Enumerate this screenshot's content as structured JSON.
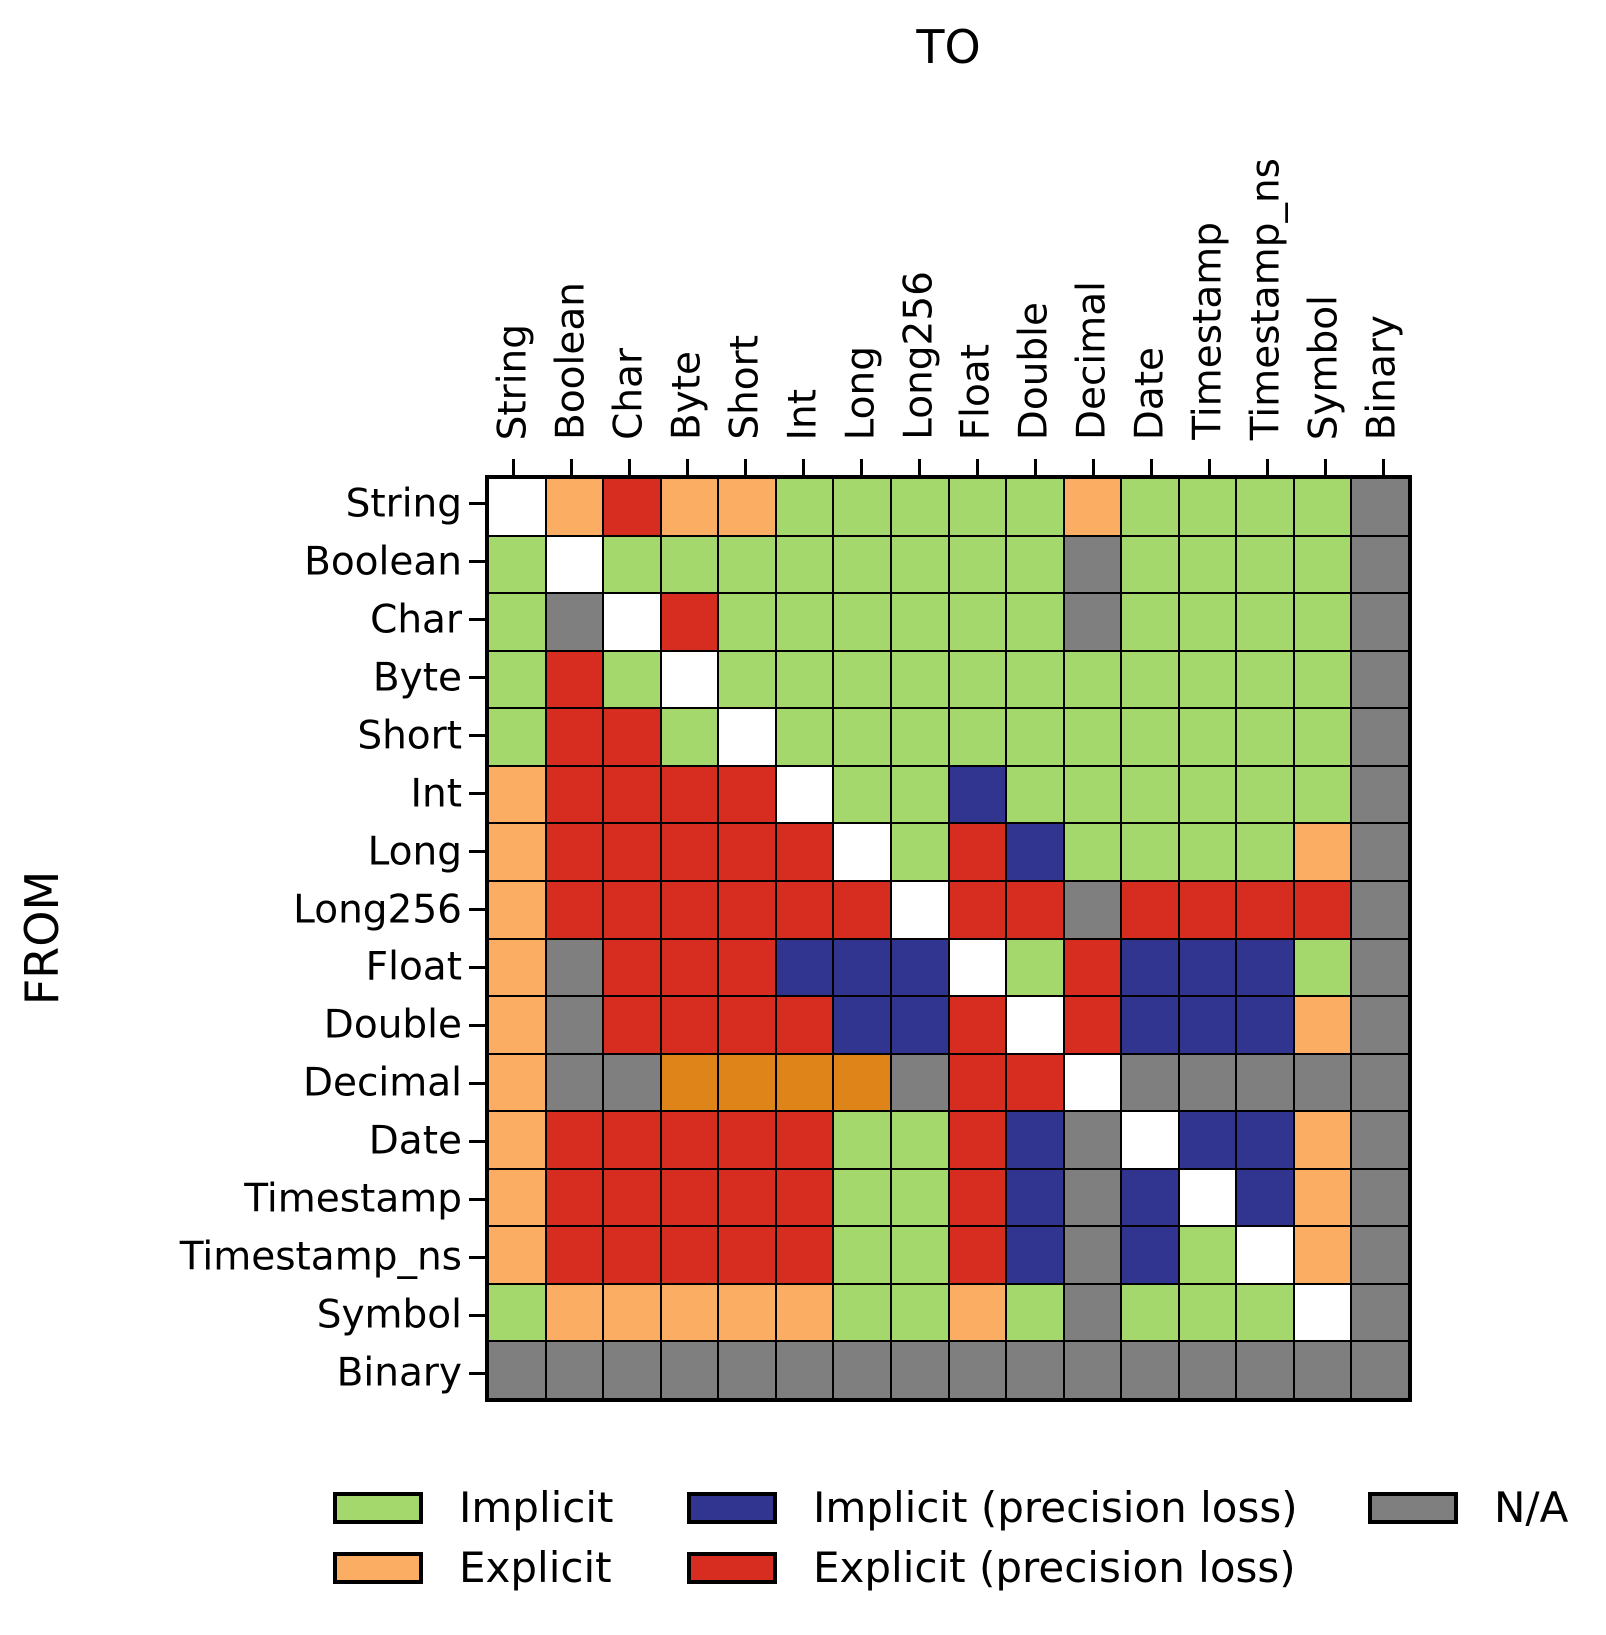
{
  "title_top": "TO",
  "title_left": "FROM",
  "types": [
    "String",
    "Boolean",
    "Char",
    "Byte",
    "Short",
    "Int",
    "Long",
    "Long256",
    "Float",
    "Double",
    "Decimal",
    "Date",
    "Timestamp",
    "Timestamp_ns",
    "Symbol",
    "Binary"
  ],
  "colors": {
    "I": "#a4d86c",
    "E": "#fbae63",
    "ED": "#de8418",
    "IP": "#31358f",
    "EP": "#d62d20",
    "NA": "#7f7f7f",
    "SELF": "#ffffff"
  },
  "matrix": [
    [
      "SELF",
      "E",
      "EP",
      "E",
      "E",
      "I",
      "I",
      "I",
      "I",
      "I",
      "E",
      "I",
      "I",
      "I",
      "I",
      "NA"
    ],
    [
      "I",
      "SELF",
      "I",
      "I",
      "I",
      "I",
      "I",
      "I",
      "I",
      "I",
      "NA",
      "I",
      "I",
      "I",
      "I",
      "NA"
    ],
    [
      "I",
      "NA",
      "SELF",
      "EP",
      "I",
      "I",
      "I",
      "I",
      "I",
      "I",
      "NA",
      "I",
      "I",
      "I",
      "I",
      "NA"
    ],
    [
      "I",
      "EP",
      "I",
      "SELF",
      "I",
      "I",
      "I",
      "I",
      "I",
      "I",
      "I",
      "I",
      "I",
      "I",
      "I",
      "NA"
    ],
    [
      "I",
      "EP",
      "EP",
      "I",
      "SELF",
      "I",
      "I",
      "I",
      "I",
      "I",
      "I",
      "I",
      "I",
      "I",
      "I",
      "NA"
    ],
    [
      "E",
      "EP",
      "EP",
      "EP",
      "EP",
      "SELF",
      "I",
      "I",
      "IP",
      "I",
      "I",
      "I",
      "I",
      "I",
      "I",
      "NA"
    ],
    [
      "E",
      "EP",
      "EP",
      "EP",
      "EP",
      "EP",
      "SELF",
      "I",
      "EP",
      "IP",
      "I",
      "I",
      "I",
      "I",
      "E",
      "NA"
    ],
    [
      "E",
      "EP",
      "EP",
      "EP",
      "EP",
      "EP",
      "EP",
      "SELF",
      "EP",
      "EP",
      "NA",
      "EP",
      "EP",
      "EP",
      "EP",
      "NA"
    ],
    [
      "E",
      "NA",
      "EP",
      "EP",
      "EP",
      "IP",
      "IP",
      "IP",
      "SELF",
      "I",
      "EP",
      "IP",
      "IP",
      "IP",
      "I",
      "NA"
    ],
    [
      "E",
      "NA",
      "EP",
      "EP",
      "EP",
      "EP",
      "IP",
      "IP",
      "EP",
      "SELF",
      "EP",
      "IP",
      "IP",
      "IP",
      "E",
      "NA"
    ],
    [
      "E",
      "NA",
      "NA",
      "ED",
      "ED",
      "ED",
      "ED",
      "NA",
      "EP",
      "EP",
      "SELF",
      "NA",
      "NA",
      "NA",
      "NA",
      "NA"
    ],
    [
      "E",
      "EP",
      "EP",
      "EP",
      "EP",
      "EP",
      "I",
      "I",
      "EP",
      "IP",
      "NA",
      "SELF",
      "IP",
      "IP",
      "E",
      "NA"
    ],
    [
      "E",
      "EP",
      "EP",
      "EP",
      "EP",
      "EP",
      "I",
      "I",
      "EP",
      "IP",
      "NA",
      "IP",
      "SELF",
      "IP",
      "E",
      "NA"
    ],
    [
      "E",
      "EP",
      "EP",
      "EP",
      "EP",
      "EP",
      "I",
      "I",
      "EP",
      "IP",
      "NA",
      "IP",
      "I",
      "SELF",
      "E",
      "NA"
    ],
    [
      "I",
      "E",
      "E",
      "E",
      "E",
      "E",
      "I",
      "I",
      "E",
      "I",
      "NA",
      "I",
      "I",
      "I",
      "SELF",
      "NA"
    ],
    [
      "NA",
      "NA",
      "NA",
      "NA",
      "NA",
      "NA",
      "NA",
      "NA",
      "NA",
      "NA",
      "NA",
      "NA",
      "NA",
      "NA",
      "NA",
      "NA"
    ]
  ],
  "legend": [
    {
      "code": "I",
      "label": "Implicit"
    },
    {
      "code": "E",
      "label": "Explicit"
    },
    {
      "code": "IP",
      "label": "Implicit (precision loss)"
    },
    {
      "code": "EP",
      "label": "Explicit (precision loss)"
    },
    {
      "code": "NA",
      "label": "N/A"
    }
  ],
  "chart_data": {
    "type": "heatmap",
    "title": "",
    "xlabel": "TO",
    "ylabel": "FROM",
    "x_categories": [
      "String",
      "Boolean",
      "Char",
      "Byte",
      "Short",
      "Int",
      "Long",
      "Long256",
      "Float",
      "Double",
      "Decimal",
      "Date",
      "Timestamp",
      "Timestamp_ns",
      "Symbol",
      "Binary"
    ],
    "y_categories": [
      "String",
      "Boolean",
      "Char",
      "Byte",
      "Short",
      "Int",
      "Long",
      "Long256",
      "Float",
      "Double",
      "Decimal",
      "Date",
      "Timestamp",
      "Timestamp_ns",
      "Symbol",
      "Binary"
    ],
    "values": [
      [
        "SELF",
        "E",
        "EP",
        "E",
        "E",
        "I",
        "I",
        "I",
        "I",
        "I",
        "E",
        "I",
        "I",
        "I",
        "I",
        "NA"
      ],
      [
        "I",
        "SELF",
        "I",
        "I",
        "I",
        "I",
        "I",
        "I",
        "I",
        "I",
        "NA",
        "I",
        "I",
        "I",
        "I",
        "NA"
      ],
      [
        "I",
        "NA",
        "SELF",
        "EP",
        "I",
        "I",
        "I",
        "I",
        "I",
        "I",
        "NA",
        "I",
        "I",
        "I",
        "I",
        "NA"
      ],
      [
        "I",
        "EP",
        "I",
        "SELF",
        "I",
        "I",
        "I",
        "I",
        "I",
        "I",
        "I",
        "I",
        "I",
        "I",
        "I",
        "NA"
      ],
      [
        "I",
        "EP",
        "EP",
        "I",
        "SELF",
        "I",
        "I",
        "I",
        "I",
        "I",
        "I",
        "I",
        "I",
        "I",
        "I",
        "NA"
      ],
      [
        "E",
        "EP",
        "EP",
        "EP",
        "EP",
        "SELF",
        "I",
        "I",
        "IP",
        "I",
        "I",
        "I",
        "I",
        "I",
        "I",
        "NA"
      ],
      [
        "E",
        "EP",
        "EP",
        "EP",
        "EP",
        "EP",
        "SELF",
        "I",
        "EP",
        "IP",
        "I",
        "I",
        "I",
        "I",
        "E",
        "NA"
      ],
      [
        "E",
        "EP",
        "EP",
        "EP",
        "EP",
        "EP",
        "EP",
        "SELF",
        "EP",
        "EP",
        "NA",
        "EP",
        "EP",
        "EP",
        "EP",
        "NA"
      ],
      [
        "E",
        "NA",
        "EP",
        "EP",
        "EP",
        "IP",
        "IP",
        "IP",
        "SELF",
        "I",
        "EP",
        "IP",
        "IP",
        "IP",
        "I",
        "NA"
      ],
      [
        "E",
        "NA",
        "EP",
        "EP",
        "EP",
        "EP",
        "IP",
        "IP",
        "EP",
        "SELF",
        "EP",
        "IP",
        "IP",
        "IP",
        "E",
        "NA"
      ],
      [
        "E",
        "NA",
        "NA",
        "ED",
        "ED",
        "ED",
        "ED",
        "NA",
        "EP",
        "EP",
        "SELF",
        "NA",
        "NA",
        "NA",
        "NA",
        "NA"
      ],
      [
        "E",
        "EP",
        "EP",
        "EP",
        "EP",
        "EP",
        "I",
        "I",
        "EP",
        "IP",
        "NA",
        "SELF",
        "IP",
        "IP",
        "E",
        "NA"
      ],
      [
        "E",
        "EP",
        "EP",
        "EP",
        "EP",
        "EP",
        "I",
        "I",
        "EP",
        "IP",
        "NA",
        "IP",
        "SELF",
        "IP",
        "E",
        "NA"
      ],
      [
        "E",
        "EP",
        "EP",
        "EP",
        "EP",
        "EP",
        "I",
        "I",
        "EP",
        "IP",
        "NA",
        "IP",
        "I",
        "SELF",
        "E",
        "NA"
      ],
      [
        "I",
        "E",
        "E",
        "E",
        "E",
        "E",
        "I",
        "I",
        "E",
        "I",
        "NA",
        "I",
        "I",
        "I",
        "SELF",
        "NA"
      ],
      [
        "NA",
        "NA",
        "NA",
        "NA",
        "NA",
        "NA",
        "NA",
        "NA",
        "NA",
        "NA",
        "NA",
        "NA",
        "NA",
        "NA",
        "NA",
        "NA"
      ]
    ],
    "value_legend": {
      "I": "Implicit",
      "E": "Explicit",
      "IP": "Implicit (precision loss)",
      "EP": "Explicit (precision loss)",
      "ED": "Explicit (dark orange variant)",
      "NA": "N/A",
      "SELF": "Same type (diagonal, blank)"
    },
    "legend_position": "bottom",
    "grid": "black cell borders"
  }
}
